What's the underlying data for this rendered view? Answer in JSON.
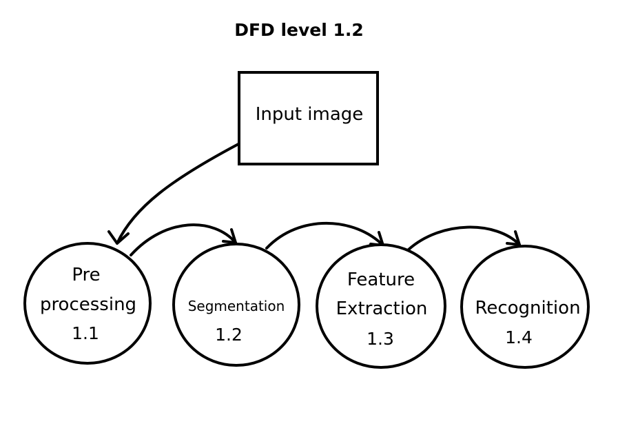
{
  "title": "DFD level 1.2",
  "input": {
    "label": "Input image"
  },
  "processes": [
    {
      "name_line1": "Pre",
      "name_line2": "processing",
      "number": "1.1"
    },
    {
      "name_line1": "Segmentation",
      "name_line2": "",
      "number": "1.2"
    },
    {
      "name_line1": "Feature",
      "name_line2": "Extraction",
      "number": "1.3"
    },
    {
      "name_line1": "Recognition",
      "name_line2": "",
      "number": "1.4"
    }
  ],
  "colors": {
    "stroke": "#000000",
    "background": "#ffffff"
  }
}
